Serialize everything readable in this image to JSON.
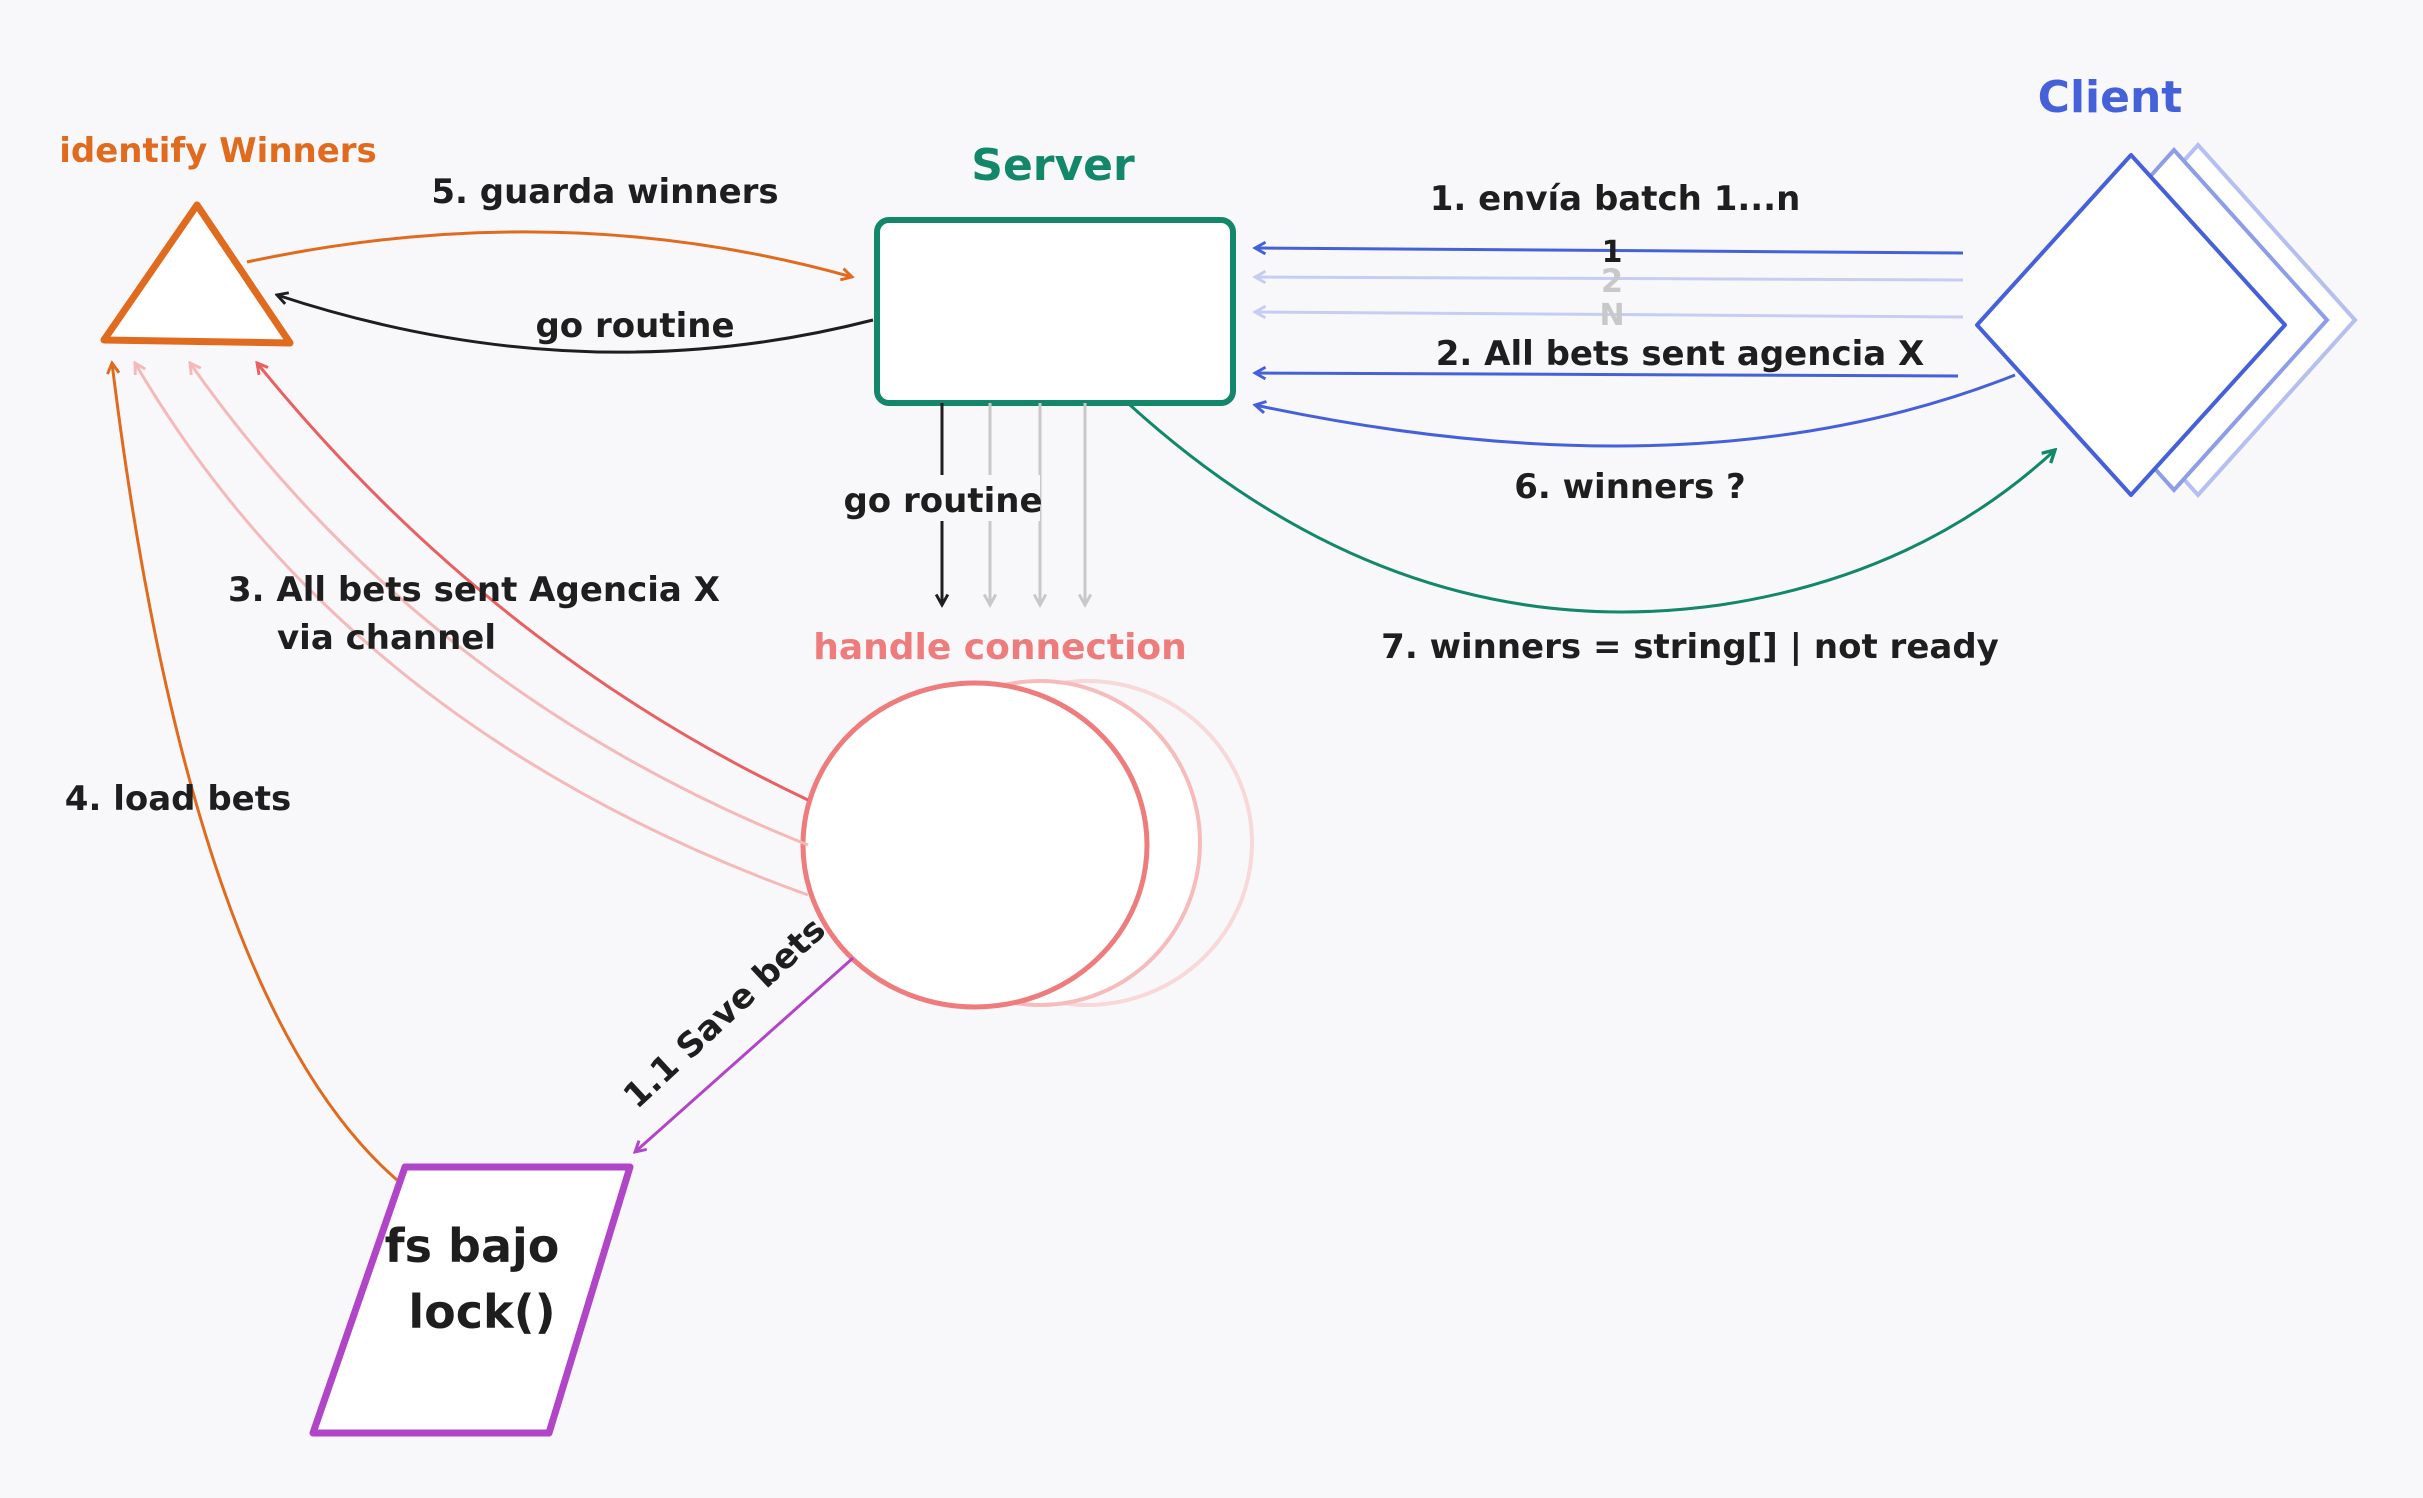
{
  "nodes": {
    "server": {
      "title": "Server",
      "color": "#12876a"
    },
    "client": {
      "title": "Client",
      "color": "#4561d9"
    },
    "identify_winners": {
      "title": "identify Winners",
      "color": "#e06b1f"
    },
    "handle_connection": {
      "title": "handle connection",
      "color": "#ee7c7c"
    },
    "filesystem": {
      "line1": "fs bajo",
      "line2": "lock()",
      "color": "#b145c7"
    }
  },
  "edges": {
    "send_batch": "1. envía batch 1...n",
    "batch_1": "1",
    "batch_2": "2",
    "batch_n": "N",
    "all_bets_sent": "2. All bets sent agencia X",
    "ask_winners": "6. winners ?",
    "winners_reply": "7. winners = string[] | not ready",
    "go_routine_top": "go routine",
    "go_routine_mid": "go routine",
    "save_winners": "5. guarda winners",
    "all_bets_channel_line1": "3. All bets sent Agencia X",
    "all_bets_channel_line2": "via channel",
    "load_bets": "4. load bets",
    "save_bets": "1.1 Save bets"
  }
}
